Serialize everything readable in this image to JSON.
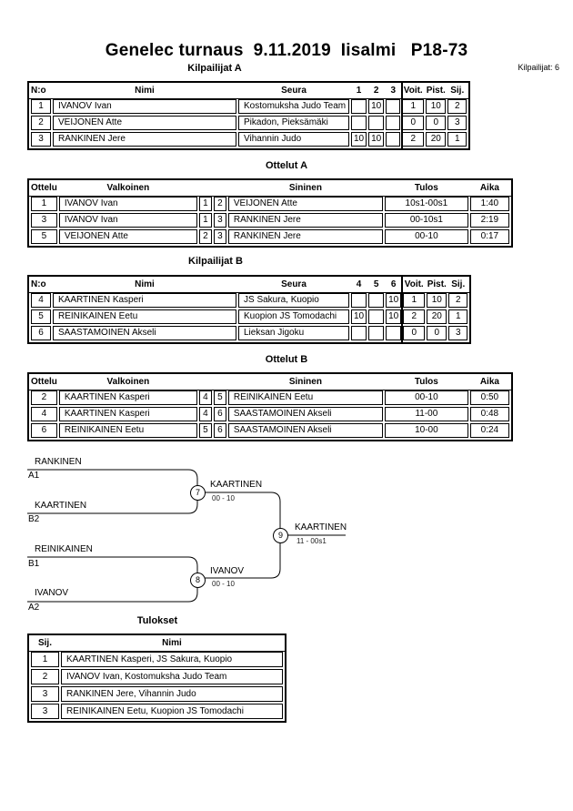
{
  "page": {
    "title": "Genelec turnaus  9.11.2019  Iisalmi   P18-73",
    "competitors_count": "Kilpailijat: 6"
  },
  "sections": {
    "kilpailijat_a": "Kilpailijat A",
    "ottelut_a": "Ottelut A",
    "kilpailijat_b": "Kilpailijat B",
    "ottelut_b": "Ottelut B",
    "tulokset": "Tulokset"
  },
  "kilpailijat_a": {
    "headers": {
      "no": "N:o",
      "nimi": "Nimi",
      "seura": "Seura",
      "c1": "1",
      "c2": "2",
      "c3": "3",
      "voit": "Voit.",
      "pist": "Pist.",
      "sij": "Sij."
    },
    "rows": [
      {
        "no": "1",
        "nimi": "IVANOV Ivan",
        "seura": "Kostomuksha Judo Team",
        "c1": "",
        "c2": "10",
        "c3": "",
        "voit": "1",
        "pist": "10",
        "sij": "2"
      },
      {
        "no": "2",
        "nimi": "VEIJONEN Atte",
        "seura": "Pikadon, Pieksämäki",
        "c1": "",
        "c2": "",
        "c3": "",
        "voit": "0",
        "pist": "0",
        "sij": "3"
      },
      {
        "no": "3",
        "nimi": "RANKINEN Jere",
        "seura": "Vihannin Judo",
        "c1": "10",
        "c2": "10",
        "c3": "",
        "voit": "2",
        "pist": "20",
        "sij": "1"
      }
    ]
  },
  "ottelut_a": {
    "headers": {
      "ottelu": "Ottelu",
      "valkoinen": "Valkoinen",
      "sininen": "Sininen",
      "tulos": "Tulos",
      "aika": "Aika"
    },
    "rows": [
      {
        "ottelu": "1",
        "valkoinen": "IVANOV Ivan",
        "wno": "1",
        "bno": "2",
        "sininen": "VEIJONEN Atte",
        "tulos": "10s1-00s1",
        "aika": "1:40"
      },
      {
        "ottelu": "3",
        "valkoinen": "IVANOV Ivan",
        "wno": "1",
        "bno": "3",
        "sininen": "RANKINEN Jere",
        "tulos": "00-10s1",
        "aika": "2:19"
      },
      {
        "ottelu": "5",
        "valkoinen": "VEIJONEN Atte",
        "wno": "2",
        "bno": "3",
        "sininen": "RANKINEN Jere",
        "tulos": "00-10",
        "aika": "0:17"
      }
    ]
  },
  "kilpailijat_b": {
    "headers": {
      "no": "N:o",
      "nimi": "Nimi",
      "seura": "Seura",
      "c1": "4",
      "c2": "5",
      "c3": "6",
      "voit": "Voit.",
      "pist": "Pist.",
      "sij": "Sij."
    },
    "rows": [
      {
        "no": "4",
        "nimi": "KAARTINEN Kasperi",
        "seura": "JS Sakura, Kuopio",
        "c1": "",
        "c2": "",
        "c3": "10",
        "voit": "1",
        "pist": "10",
        "sij": "2"
      },
      {
        "no": "5",
        "nimi": "REINIKAINEN Eetu",
        "seura": "Kuopion JS Tomodachi",
        "c1": "10",
        "c2": "",
        "c3": "10",
        "voit": "2",
        "pist": "20",
        "sij": "1"
      },
      {
        "no": "6",
        "nimi": "SAASTAMOINEN Akseli",
        "seura": "Lieksan Jigoku",
        "c1": "",
        "c2": "",
        "c3": "",
        "voit": "0",
        "pist": "0",
        "sij": "3"
      }
    ]
  },
  "ottelut_b": {
    "headers": {
      "ottelu": "Ottelu",
      "valkoinen": "Valkoinen",
      "sininen": "Sininen",
      "tulos": "Tulos",
      "aika": "Aika"
    },
    "rows": [
      {
        "ottelu": "2",
        "valkoinen": "KAARTINEN Kasperi",
        "wno": "4",
        "bno": "5",
        "sininen": "REINIKAINEN Eetu",
        "tulos": "00-10",
        "aika": "0:50"
      },
      {
        "ottelu": "4",
        "valkoinen": "KAARTINEN Kasperi",
        "wno": "4",
        "bno": "6",
        "sininen": "SAASTAMOINEN Akseli",
        "tulos": "11-00",
        "aika": "0:48"
      },
      {
        "ottelu": "6",
        "valkoinen": "REINIKAINEN Eetu",
        "wno": "5",
        "bno": "6",
        "sininen": "SAASTAMOINEN Akseli",
        "tulos": "10-00",
        "aika": "0:24"
      }
    ]
  },
  "bracket": {
    "slots": [
      {
        "name": "RANKINEN",
        "seed": "A1"
      },
      {
        "name": "KAARTINEN",
        "seed": "B2"
      },
      {
        "name": "REINIKAINEN",
        "seed": "B1"
      },
      {
        "name": "IVANOV",
        "seed": "A2"
      }
    ],
    "matches": [
      {
        "num": "7",
        "winner": "KAARTINEN",
        "score": "00 - 10"
      },
      {
        "num": "8",
        "winner": "IVANOV",
        "score": "00 - 10"
      },
      {
        "num": "9",
        "winner": "KAARTINEN",
        "score": "11 - 00s1"
      }
    ]
  },
  "tulokset": {
    "headers": {
      "sij": "Sij.",
      "nimi": "Nimi"
    },
    "rows": [
      {
        "sij": "1",
        "nimi": "KAARTINEN Kasperi, JS Sakura, Kuopio"
      },
      {
        "sij": "2",
        "nimi": "IVANOV Ivan, Kostomuksha Judo Team"
      },
      {
        "sij": "3",
        "nimi": "RANKINEN Jere, Vihannin Judo"
      },
      {
        "sij": "3",
        "nimi": "REINIKAINEN Eetu, Kuopion JS Tomodachi"
      }
    ]
  }
}
